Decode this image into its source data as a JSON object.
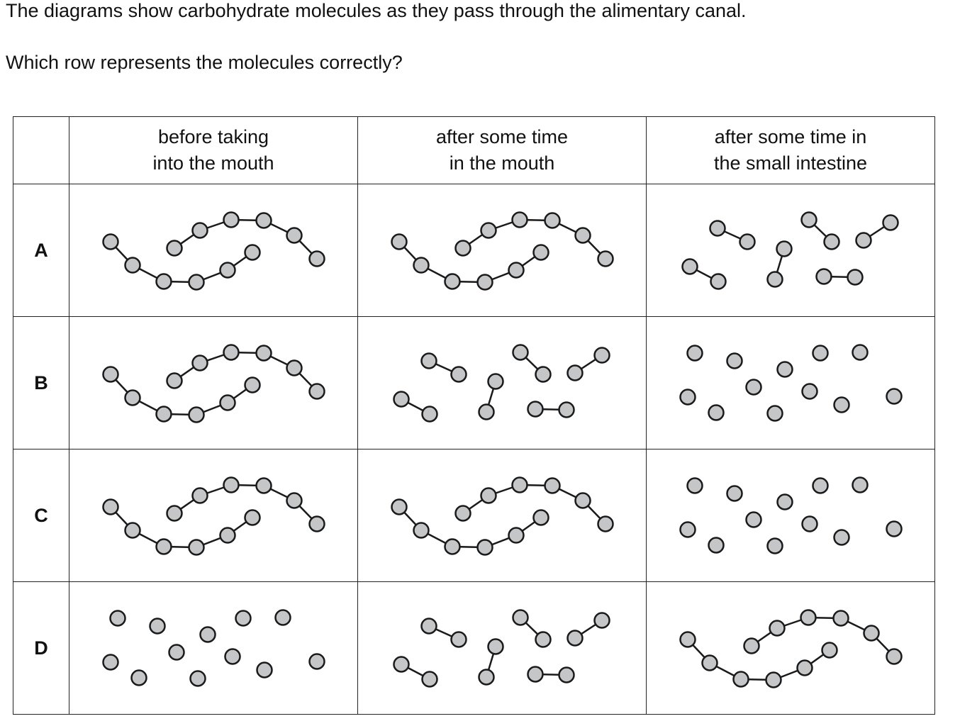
{
  "question": {
    "line1": "The diagrams show carbohydrate molecules as they pass through the alimentary canal.",
    "line2": "Which row represents the molecules correctly?"
  },
  "table": {
    "headers": [
      {
        "line1": "before taking",
        "line2": "into the mouth"
      },
      {
        "line1": "after some time",
        "line2": "in the mouth"
      },
      {
        "line1": "after some time in",
        "line2": "the small intestine"
      }
    ],
    "rows": [
      {
        "label": "A",
        "cells": [
          "chain",
          "chain",
          "pairs"
        ]
      },
      {
        "label": "B",
        "cells": [
          "chain",
          "pairs",
          "singles"
        ]
      },
      {
        "label": "C",
        "cells": [
          "chain",
          "chain",
          "singles"
        ]
      },
      {
        "label": "D",
        "cells": [
          "singles",
          "pairs",
          "chain"
        ]
      }
    ]
  },
  "colors": {
    "molecule_fill": "#c4c6c8",
    "stroke": "#1a1a1a"
  }
}
